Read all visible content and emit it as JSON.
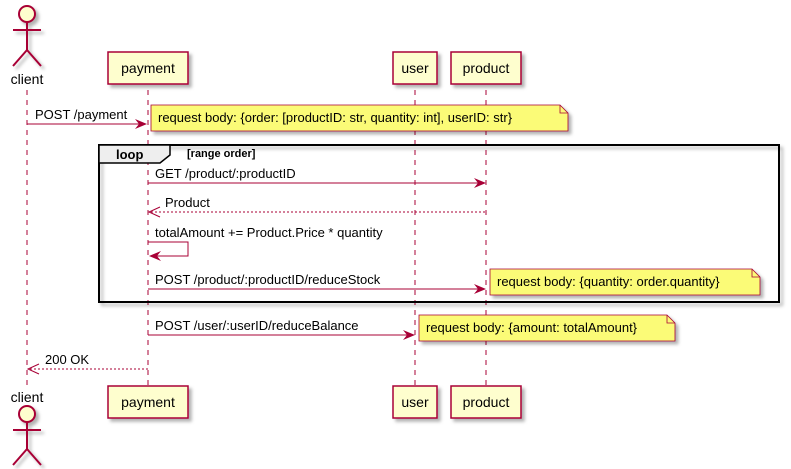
{
  "colors": {
    "arrow": "#a80036",
    "participant_fill": "#fefece",
    "participant_stroke": "#a80036",
    "note_fill": "#fbfb77",
    "lifeline": "#a80036"
  },
  "participants": {
    "client": "client",
    "payment": "payment",
    "user": "user",
    "product": "product"
  },
  "messages": {
    "post_payment": "POST /payment",
    "get_product": "GET /product/:productID",
    "product_return": "Product",
    "total_amount": "totalAmount += Product.Price * quantity",
    "reduce_stock": "POST /product/:productID/reduceStock",
    "reduce_balance": "POST /user/:userID/reduceBalance",
    "ok": "200 OK"
  },
  "notes": {
    "payment_body": "request body: {order: [productID: str, quantity: int], userID: str}",
    "stock_body": "request body: {quantity: order.quantity}",
    "balance_body": "request body: {amount: totalAmount}"
  },
  "loop": {
    "keyword": "loop",
    "condition": "[range order]"
  }
}
